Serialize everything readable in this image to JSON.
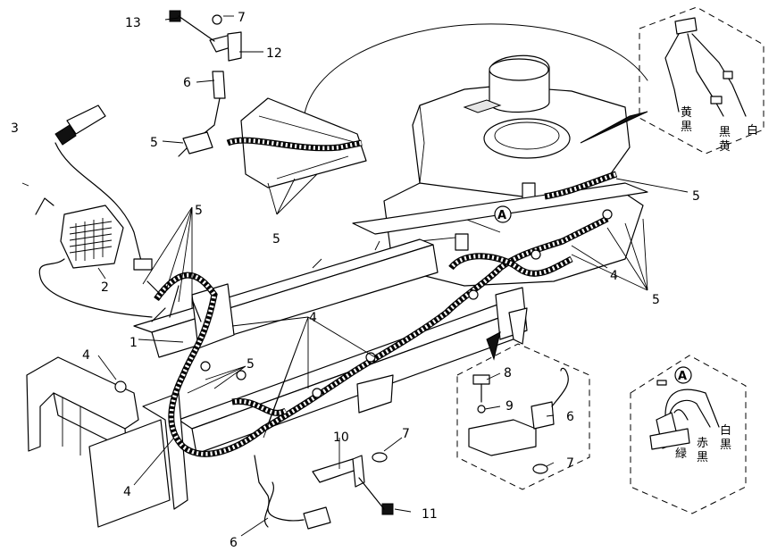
{
  "callouts": {
    "c1": "1",
    "c2": "2",
    "c3": "3",
    "c4a": "4",
    "c4b": "4",
    "c4c": "4",
    "c4d": "4",
    "c5a": "5",
    "c5b": "5",
    "c5c": "5",
    "c5d": "5",
    "c5e": "5",
    "c5f": "5",
    "c6a": "6",
    "c6b": "6",
    "c6c": "6",
    "c7a": "7",
    "c7b": "7",
    "c7c": "7",
    "c8": "8",
    "c9": "9",
    "c10": "10",
    "c11": "11",
    "c12": "12",
    "c13": "13",
    "markerA1": "A",
    "markerA2": "A"
  },
  "wire_colors_top": {
    "yellow_black": "黄黒",
    "black_yellow": "黒黄",
    "white": "白",
    "black_yellow_stack": [
      "黒",
      "黄"
    ],
    "yellow_black_stack": [
      "黄",
      "黒"
    ]
  },
  "wire_colors_bottom": {
    "red_black": [
      "赤",
      "黒"
    ],
    "white_black": [
      "白",
      "黒"
    ],
    "green": "緑"
  }
}
